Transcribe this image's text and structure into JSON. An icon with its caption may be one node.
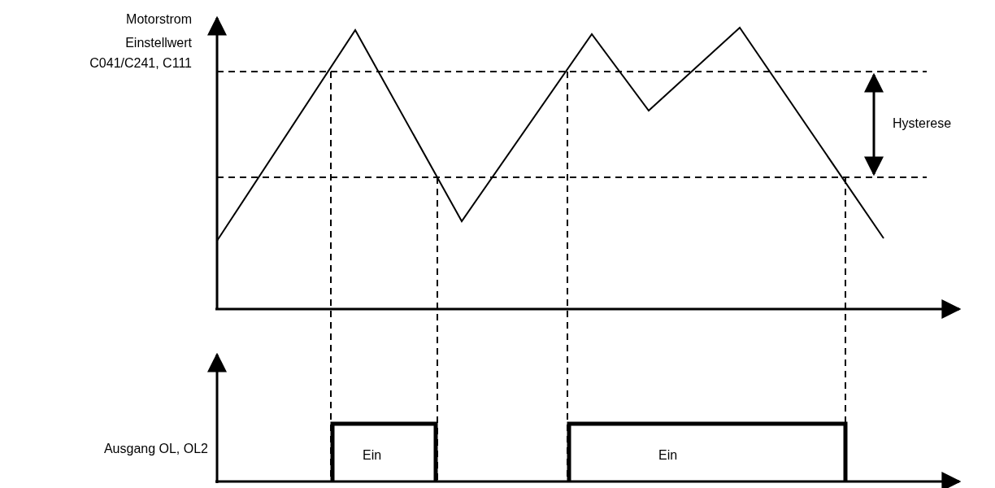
{
  "diagram": {
    "labels": [
      "Motorstrom",
      "Einstellwert C041/C241, C111",
      "Hysterese",
      "Ausgang OL, OL2",
      "Ein",
      "Ein"
    ]
  }
}
